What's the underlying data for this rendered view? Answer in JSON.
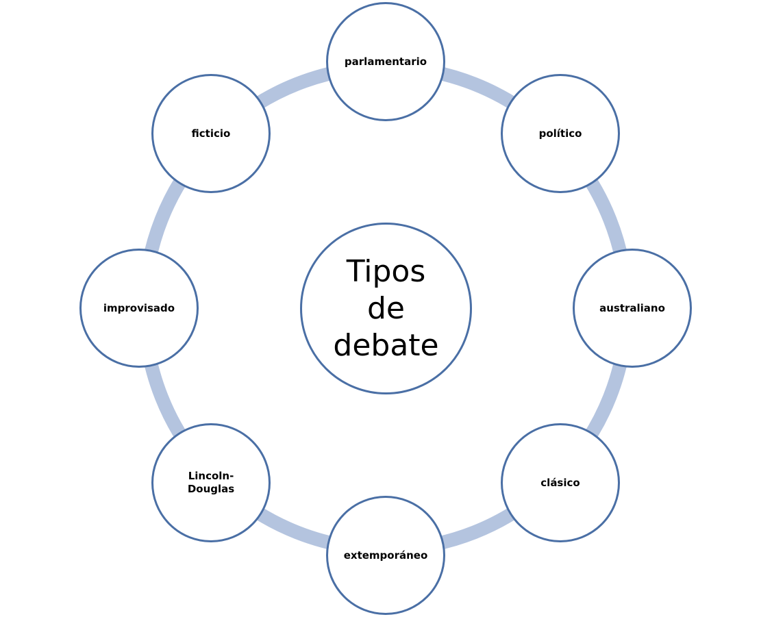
{
  "diagram": {
    "center": {
      "label": "Tipos\nde\ndebate"
    },
    "nodes": [
      {
        "label": "parlamentario"
      },
      {
        "label": "político"
      },
      {
        "label": "australiano"
      },
      {
        "label": "clásico"
      },
      {
        "label": "extemporáneo"
      },
      {
        "label": "Lincoln-\nDouglas"
      },
      {
        "label": "improvisado"
      },
      {
        "label": "ficticio"
      }
    ],
    "colors": {
      "ring": "#b4c4df",
      "circle_border": "#4a6fa5",
      "circle_fill": "#ffffff",
      "text": "#000000"
    }
  }
}
